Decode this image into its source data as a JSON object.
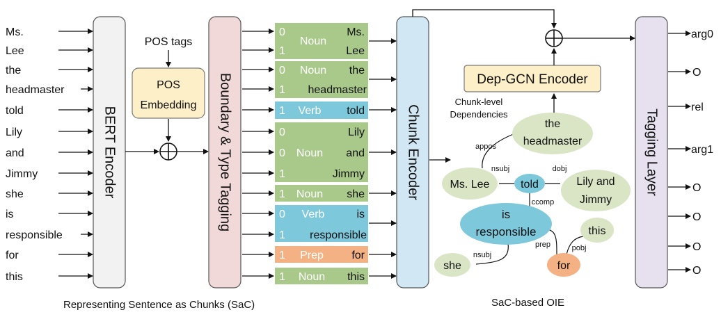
{
  "words": [
    "Ms.",
    "Lee",
    "the",
    "headmaster",
    "told",
    "Lily",
    "and",
    "Jimmy",
    "she",
    "is",
    "responsible",
    "for",
    "this"
  ],
  "blocks": {
    "bert": "BERT Encoder",
    "boundary": "Boundary & Type Tagging",
    "chunk": "Chunk Encoder",
    "tagging": "Tagging Layer",
    "depgcn": "Dep-GCN Encoder"
  },
  "pos": {
    "tags_label": "POS tags",
    "embedding_line1": "POS",
    "embedding_line2": "Embedding"
  },
  "chunks": [
    {
      "type": "Noun",
      "color": "#a9c98a",
      "tags": [
        "0",
        "1"
      ],
      "words": [
        "Ms.",
        "Lee"
      ]
    },
    {
      "type": "Noun",
      "color": "#a9c98a",
      "tags": [
        "0",
        "1"
      ],
      "words": [
        "the",
        "headmaster"
      ]
    },
    {
      "type": "Verb",
      "color": "#7ec8dc",
      "tags": [
        "1"
      ],
      "words": [
        "told"
      ]
    },
    {
      "type": "Noun",
      "color": "#a9c98a",
      "tags": [
        "0",
        "0",
        "1"
      ],
      "words": [
        "Lily",
        "and",
        "Jimmy"
      ]
    },
    {
      "type": "Noun",
      "color": "#a9c98a",
      "tags": [
        "1"
      ],
      "words": [
        "she"
      ]
    },
    {
      "type": "Verb",
      "color": "#7ec8dc",
      "tags": [
        "0",
        "1"
      ],
      "words": [
        "is",
        "responsible"
      ]
    },
    {
      "type": "Prep",
      "color": "#f4b183",
      "tags": [
        "1"
      ],
      "words": [
        "for"
      ]
    },
    {
      "type": "Noun",
      "color": "#a9c98a",
      "tags": [
        "1"
      ],
      "words": [
        "this"
      ]
    }
  ],
  "dependency": {
    "title_line1": "Chunk-level",
    "title_line2": "Dependencies",
    "nodes": {
      "headmaster": [
        "the",
        "headmaster"
      ],
      "mslee": [
        "Ms. Lee"
      ],
      "told": [
        "told"
      ],
      "lilyjimmy": [
        "Lily and",
        "Jimmy"
      ],
      "isresp": [
        "is",
        "responsible"
      ],
      "this": [
        "this"
      ],
      "she": [
        "she"
      ],
      "for": [
        "for"
      ]
    },
    "edges": {
      "appos": "appos",
      "nsubj1": "nsubj",
      "dobj": "dobj",
      "ccomp": "ccomp",
      "prep": "prep",
      "pobj": "pobj",
      "nsubj2": "nsubj"
    }
  },
  "outputs": [
    "arg0",
    "O",
    "rel",
    "arg1",
    "O",
    "O",
    "O",
    "O"
  ],
  "captions": {
    "left": "Representing Sentence as Chunks (SaC)",
    "right": "SaC-based OIE"
  },
  "colors": {
    "bert_fill": "#f2f2f2",
    "boundary_fill": "#f2d9d9",
    "chunk_fill": "#d2e7f4",
    "tagging_fill": "#e6e0ef",
    "pos_fill": "#fdf0c8",
    "depgcn_fill": "#fdf0c8",
    "noun": "#a9c98a",
    "verb": "#7ec8dc",
    "prep": "#f4b183",
    "node_green": "#d9e5c5",
    "node_blue": "#7ec8dc",
    "node_orange": "#f4b183"
  }
}
